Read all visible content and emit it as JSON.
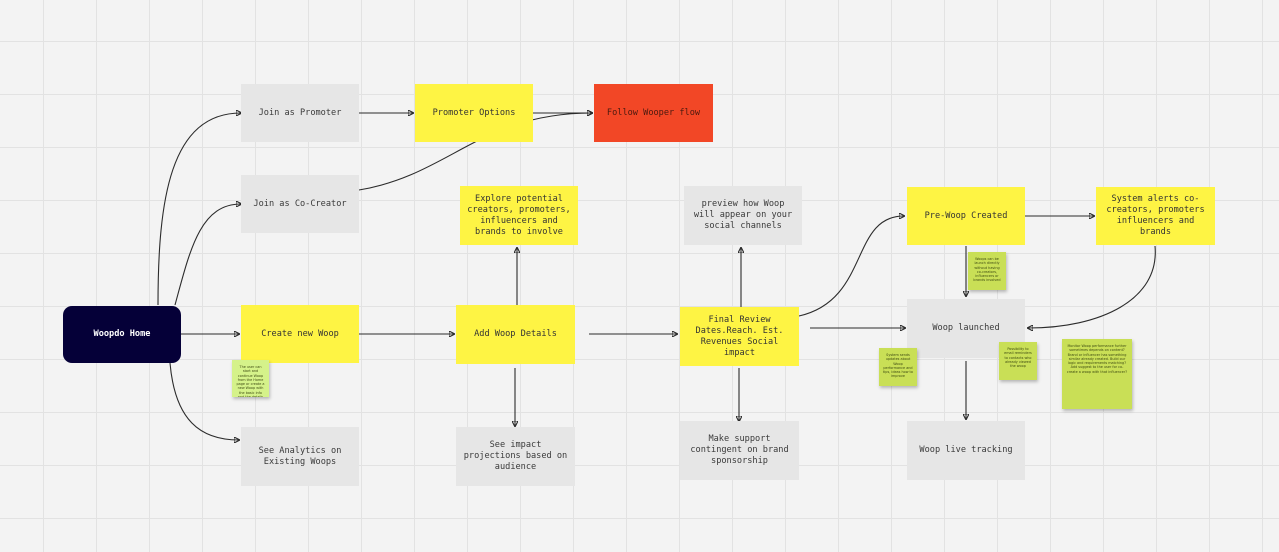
{
  "nodes": {
    "home": "Woopdo Home",
    "join_promoter": "Join as Promoter",
    "promoter_options": "Promoter Options",
    "follow_wooper": "Follow Wooper flow",
    "join_cocreator": "Join as Co-Creator",
    "create_woop": "Create new Woop",
    "see_analytics": "See Analytics on Existing Woops",
    "explore": "Explore potential creators, promoters, influencers and brands to involve",
    "add_details": "Add Woop Details",
    "impact_projections": "See impact projections based on audience",
    "preview": "preview how Woop will appear on your social channels",
    "final_review": "Final Review Dates.Reach. Est. Revenues Social impact",
    "support_contingent": "Make support contingent on brand sponsorship",
    "prewoop": "Pre-Woop Created",
    "system_alerts": "System alerts co-creators, promoters influencers and brands",
    "woop_launched": "Woop launched",
    "live_tracking": "Woop live tracking"
  },
  "stickies": {
    "create_note": "The user can start and continue Woop from the Home page or create a new Woop with the basic info and the details later on",
    "prewoop_note": "Woops can be launch directly without having co-creators, influencers or brands involved",
    "system_note": "System sends updates about Woop performance and tips, ideas how to improve",
    "launched_note": "Possibility to email reminders to contacts who already viewed the woop",
    "right_note": "Monitor Woop performance further sometimes depends on content? Brand or influencer has something similar already created. Build our logic and requirements matching? Add suggest to the user for co-create a woop with that influencer?"
  },
  "colors": {
    "home": "#050038",
    "yellow": "#fef444",
    "gray": "#e6e6e6",
    "red": "#f24726",
    "sticky": "#c9df56",
    "connector": "#2b2b2b"
  }
}
